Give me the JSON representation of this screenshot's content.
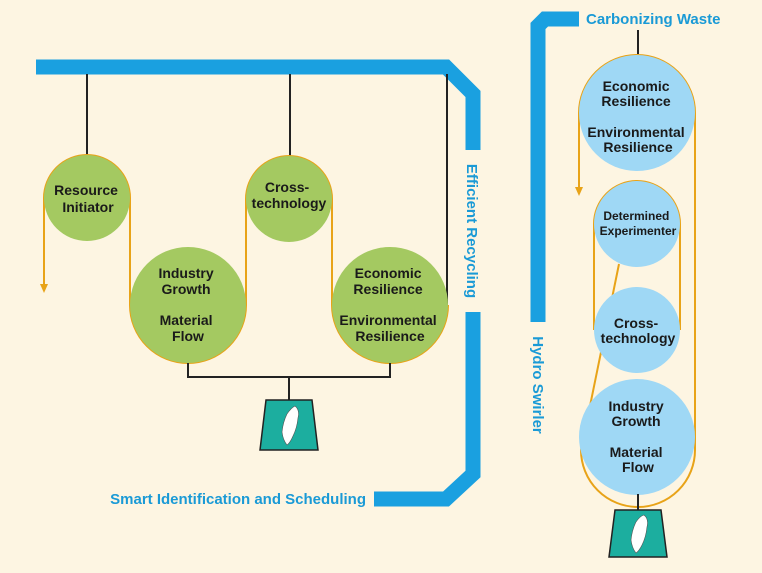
{
  "colors": {
    "background": "#fdf5e2",
    "pipe_blue": "#1aa0e0",
    "label_blue": "#1a9ad6",
    "green_node": "#a4c961",
    "blue_node": "#9fd8f5",
    "belt_orange": "#e8a318",
    "base_teal": "#1cae9f"
  },
  "left_system": {
    "nodes": {
      "resource_initiator": [
        "Resource",
        "Initiator"
      ],
      "cross_technology": [
        "Cross-",
        "technology"
      ],
      "industry_growth": [
        "Industry",
        "Growth",
        "Material",
        "Flow"
      ],
      "economic_resilience": [
        "Economic",
        "Resilience",
        "Environmental",
        "Resilience"
      ]
    },
    "labels": {
      "efficient_recycling": "Efficient Recycling",
      "smart_identification": "Smart Identification and Scheduling"
    },
    "base_icon": "taiwan-map-icon"
  },
  "right_system": {
    "nodes": {
      "economic_resilience": [
        "Economic",
        "Resilience",
        "Environmental",
        "Resilience"
      ],
      "determined_experimenter": [
        "Determined",
        "Experimenter"
      ],
      "cross_technology": [
        "Cross-",
        "technology"
      ],
      "industry_growth": [
        "Industry",
        "Growth",
        "Material",
        "Flow"
      ]
    },
    "labels": {
      "carbonizing_waste": "Carbonizing Waste",
      "hydro_swirler": "Hydro Swirler"
    },
    "base_icon": "taiwan-map-icon"
  }
}
